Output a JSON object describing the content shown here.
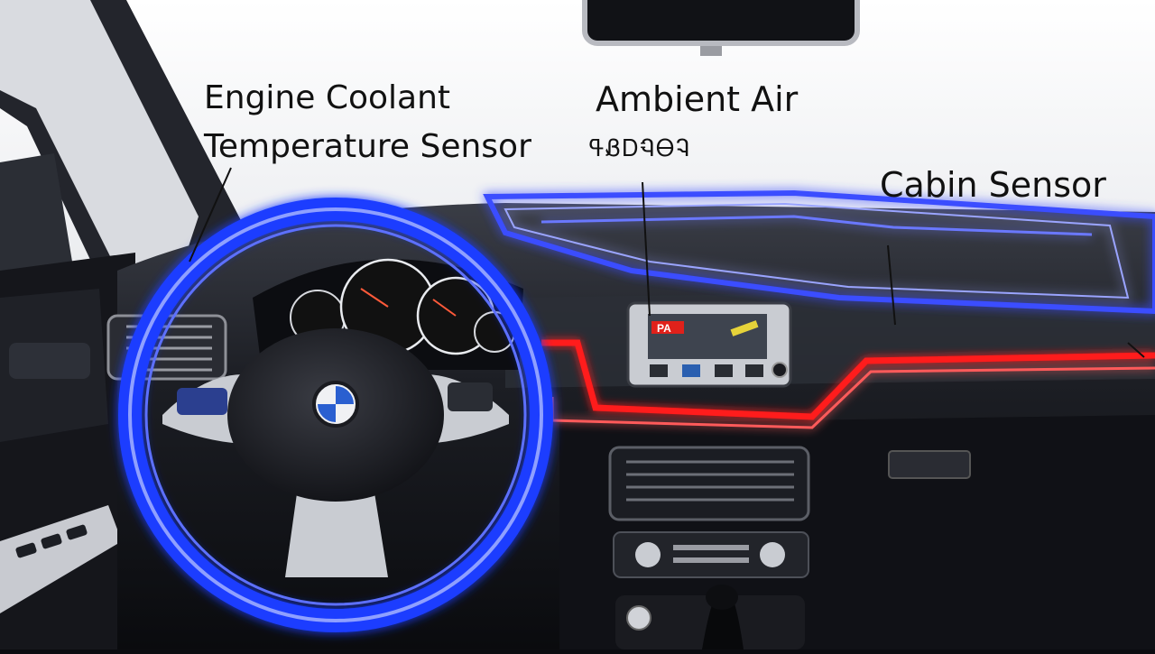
{
  "labels": {
    "engine_line1": "Engine Coolant",
    "engine_line2": "Temperature Sensor",
    "ambient": "Ambient Air",
    "ambient_sub": "ߟᏰᎠᏄᎾᎸ",
    "cabin": "Cabin Sensor"
  },
  "display_readout": "PA",
  "colors": {
    "steering_glow": "#1f3dff",
    "dash_glow_top": "#3a4dff",
    "dash_glow_lower": "#ff1a1a",
    "windshield": "#f2f3f5",
    "interior": "#121318"
  },
  "icons": [
    "pillar-icon",
    "steering-wheel-icon",
    "gauge-cluster-icon",
    "infotainment-display-icon",
    "air-vent-icon",
    "climate-knob-icon",
    "gear-shifter-icon",
    "window-switch-icon",
    "rearview-mirror-icon"
  ]
}
